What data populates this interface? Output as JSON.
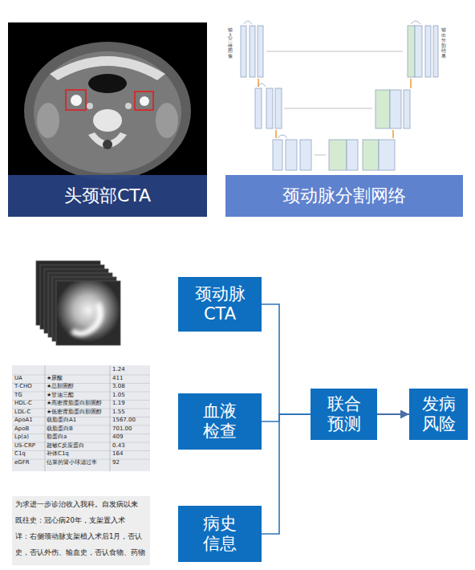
{
  "diagram": {
    "nodes": [
      {
        "text": [
          "头颈部CTA"
        ]
      },
      {
        "text": [
          "颈动脉分割网络"
        ]
      },
      {
        "text": [
          "颈动脉 CTA"
        ]
      },
      {
        "text": [
          "血液检查"
        ]
      },
      {
        "text": [
          "病史信息"
        ]
      },
      {
        "text": [
          "联合预测"
        ]
      },
      {
        "text": [
          "发病风险"
        ]
      }
    ],
    "edges": [
      {
        "from": 2,
        "to": 5,
        "arrow": "none"
      },
      {
        "from": 3,
        "to": 5,
        "arrow": "none"
      },
      {
        "from": 4,
        "to": 5,
        "arrow": "none"
      },
      {
        "from": 5,
        "to": 6,
        "arrow": "to"
      }
    ],
    "labels": [
      "输入三维图像",
      "输出分割结果",
      "1.24",
      "UA",
      "★尿酸",
      "411",
      "T-CHO",
      "★总胆固醇",
      "3.08",
      "TG",
      "★甘油三酯",
      "1.05",
      "HDL-C",
      "★高密度脂蛋白胆固醇",
      "1.19",
      "LDL-C",
      "★低密度脂蛋白胆固醇",
      "1.55",
      "ApoA1",
      "载脂蛋白A1",
      "1567.00",
      "ApoB",
      "载脂蛋白B",
      "701.00",
      "Lp(a)",
      "脂蛋白a",
      "409",
      "US-CRP",
      "超敏C反应蛋白",
      "0.43",
      "C1q",
      "补体C1q",
      "164",
      "eGFR",
      "估算的肾小球滤过率",
      "92",
      "为求进一步诊治收入我科。自发病以来",
      "既往史：冠心病20年，支架置入术",
      "详：右侧颈动脉支架植入术后1月，否认",
      "史，否认外伤、输血史，否认食物、药物"
    ]
  }
}
